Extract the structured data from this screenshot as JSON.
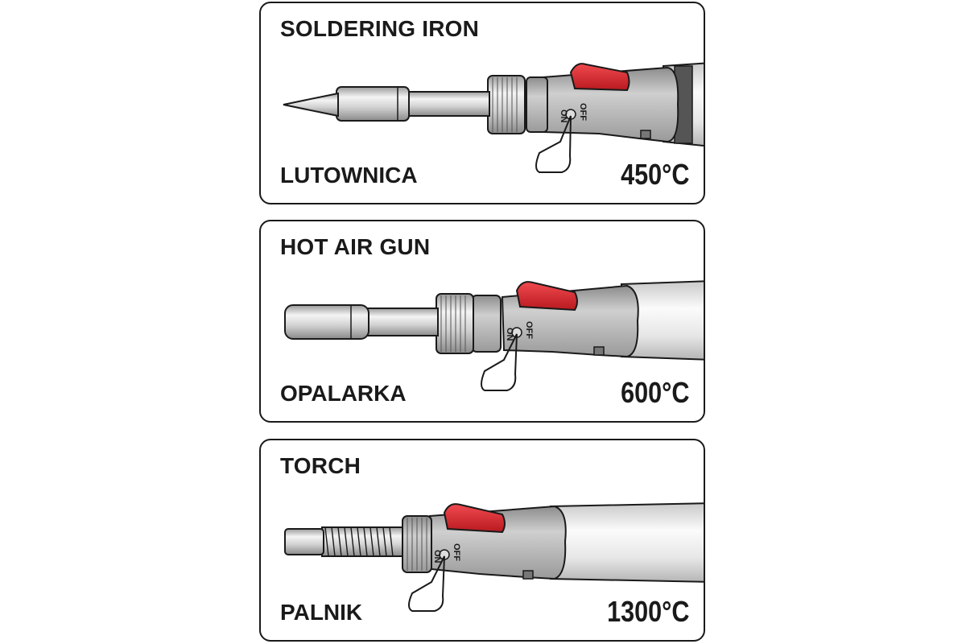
{
  "panels": [
    {
      "title": "SOLDERING IRON",
      "subtitle": "LUTOWNICA",
      "temperature": "450°C",
      "switch_on": "ON",
      "switch_off": "OFF"
    },
    {
      "title": "HOT AIR GUN",
      "subtitle": "OPALARKA",
      "temperature": "600°C",
      "switch_on": "ON",
      "switch_off": "OFF"
    },
    {
      "title": "TORCH",
      "subtitle": "PALNIK",
      "temperature": "1300°C",
      "switch_on": "ON",
      "switch_off": "OFF"
    }
  ],
  "colors": {
    "trigger": "#d8262b",
    "body": "#b9b9b9",
    "outline": "#1a1a1a",
    "panel": "#ffffff"
  },
  "icons": [
    "soldering-tip-icon",
    "hot-air-nozzle-icon",
    "torch-nozzle-icon",
    "trigger-icon",
    "grip-ring-icon"
  ]
}
